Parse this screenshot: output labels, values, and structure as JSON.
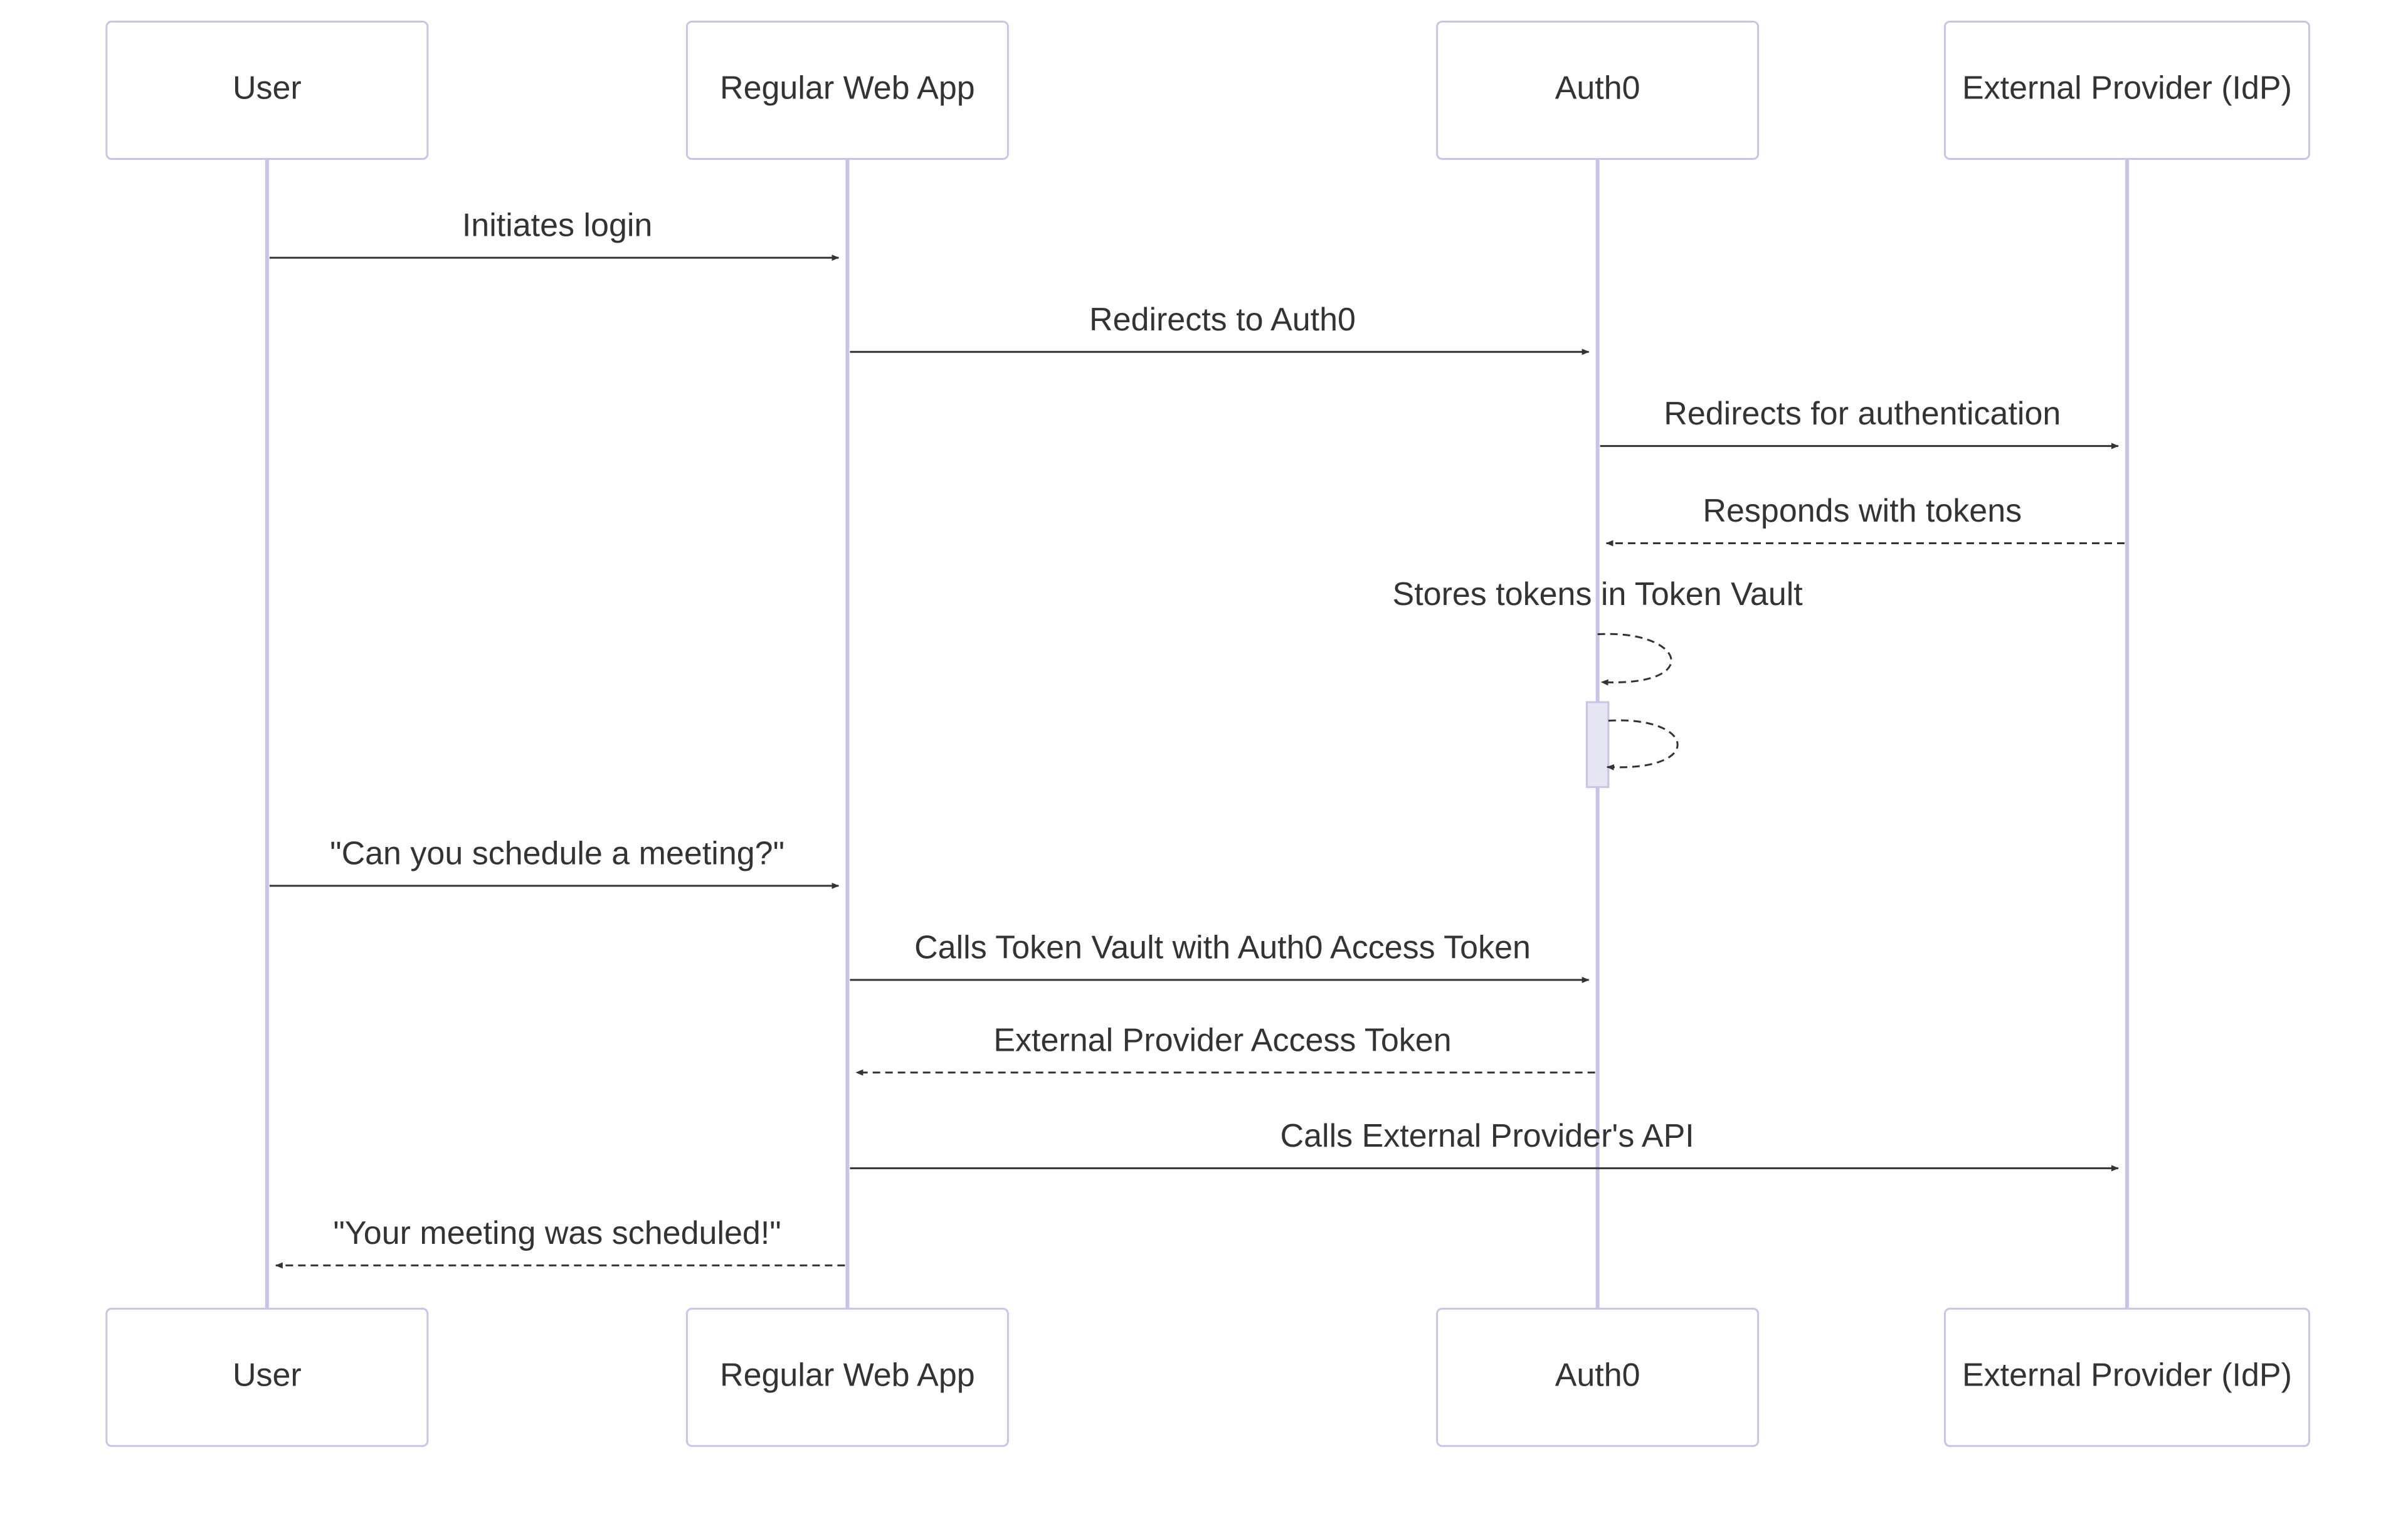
{
  "diagram": {
    "type": "sequence",
    "colors": {
      "actor_border": "#c8c4e8",
      "lifeline": "#c8c4e8",
      "text": "#333333",
      "arrow": "#333333",
      "activation_fill": "#e6e6f2"
    },
    "participants": [
      {
        "id": "user",
        "label": "User"
      },
      {
        "id": "app",
        "label": "Regular Web App"
      },
      {
        "id": "auth0",
        "label": "Auth0"
      },
      {
        "id": "idp",
        "label": "External Provider (IdP)"
      }
    ],
    "messages": [
      {
        "from": "user",
        "to": "app",
        "text": "Initiates login",
        "style": "solid"
      },
      {
        "from": "app",
        "to": "auth0",
        "text": "Redirects to Auth0",
        "style": "solid"
      },
      {
        "from": "auth0",
        "to": "idp",
        "text": "Redirects for authentication",
        "style": "solid"
      },
      {
        "from": "idp",
        "to": "auth0",
        "text": "Responds with tokens",
        "style": "dashed"
      },
      {
        "from": "auth0",
        "to": "auth0",
        "text": "Stores tokens in Token Vault",
        "style": "dashed",
        "self": true
      },
      {
        "from": "auth0",
        "to": "auth0",
        "text": "",
        "style": "dashed",
        "self": true,
        "activation": true
      },
      {
        "from": "user",
        "to": "app",
        "text": "\"Can you schedule a meeting?\"",
        "style": "solid"
      },
      {
        "from": "app",
        "to": "auth0",
        "text": "Calls Token Vault with Auth0 Access Token",
        "style": "solid"
      },
      {
        "from": "auth0",
        "to": "app",
        "text": "External Provider Access Token",
        "style": "dashed"
      },
      {
        "from": "app",
        "to": "idp",
        "text": "Calls External Provider's API",
        "style": "solid"
      },
      {
        "from": "app",
        "to": "user",
        "text": "\"Your meeting was scheduled!\"",
        "style": "dashed"
      }
    ]
  }
}
